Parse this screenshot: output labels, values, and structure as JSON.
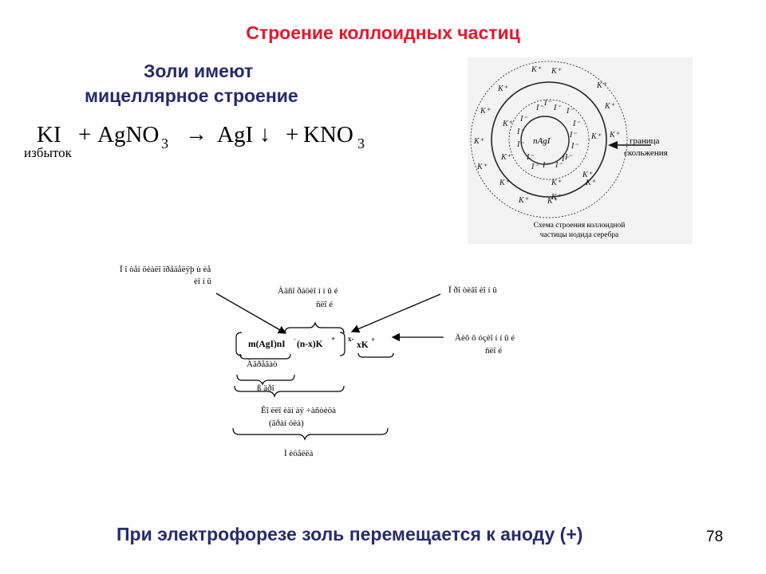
{
  "title": "Строение коллоидных частиц",
  "subtitle_line1": "Золи имеют",
  "subtitle_line2": "мицеллярное строение",
  "equation": {
    "r1": "KI",
    "r2": "AgNO",
    "r2_sub": "3",
    "p1": "AgI",
    "p2": "KNO",
    "p2_sub": "3",
    "note": "избыток"
  },
  "diagram": {
    "k_ion": "K⁺",
    "i_ion": "I⁻",
    "core": "nAgI",
    "boundary_label_1": "граница",
    "boundary_label_2": "скольжения",
    "caption_1": "Схема строения коллоидной",
    "caption_2": "частицы иодида серебра"
  },
  "micelle": {
    "label_potential_1": "Ï î òåí öèàëî ïðåäåëÿþ ù èå",
    "label_potential_2": "èî í û",
    "label_adsorb_1": "Àäñî ðáöèî í í û é",
    "label_adsorb_2": "ñëî é",
    "label_counter": "Ï ðî òèâî èî í û",
    "label_diffuse_1": "Äèô ô óçèî í í û é",
    "label_diffuse_2": "ñëî é",
    "formula_main": "m(AgI)nI",
    "formula_minus": "-",
    "formula_mid": "(n-x)K",
    "formula_plus": "+",
    "charge": "x-",
    "outer": "xK",
    "outer_plus": "+",
    "aggregate": "Àãðåãàò",
    "core": "ß äðî",
    "particle_1": "Êî ëëî èäí àÿ ÷àñòèöà",
    "particle_2": "(ãðàí óëà)",
    "micelle": "Ì èöåëëà"
  },
  "bottom_text": "При электрофорезе золь перемещается к аноду (+)",
  "page_number": "78"
}
